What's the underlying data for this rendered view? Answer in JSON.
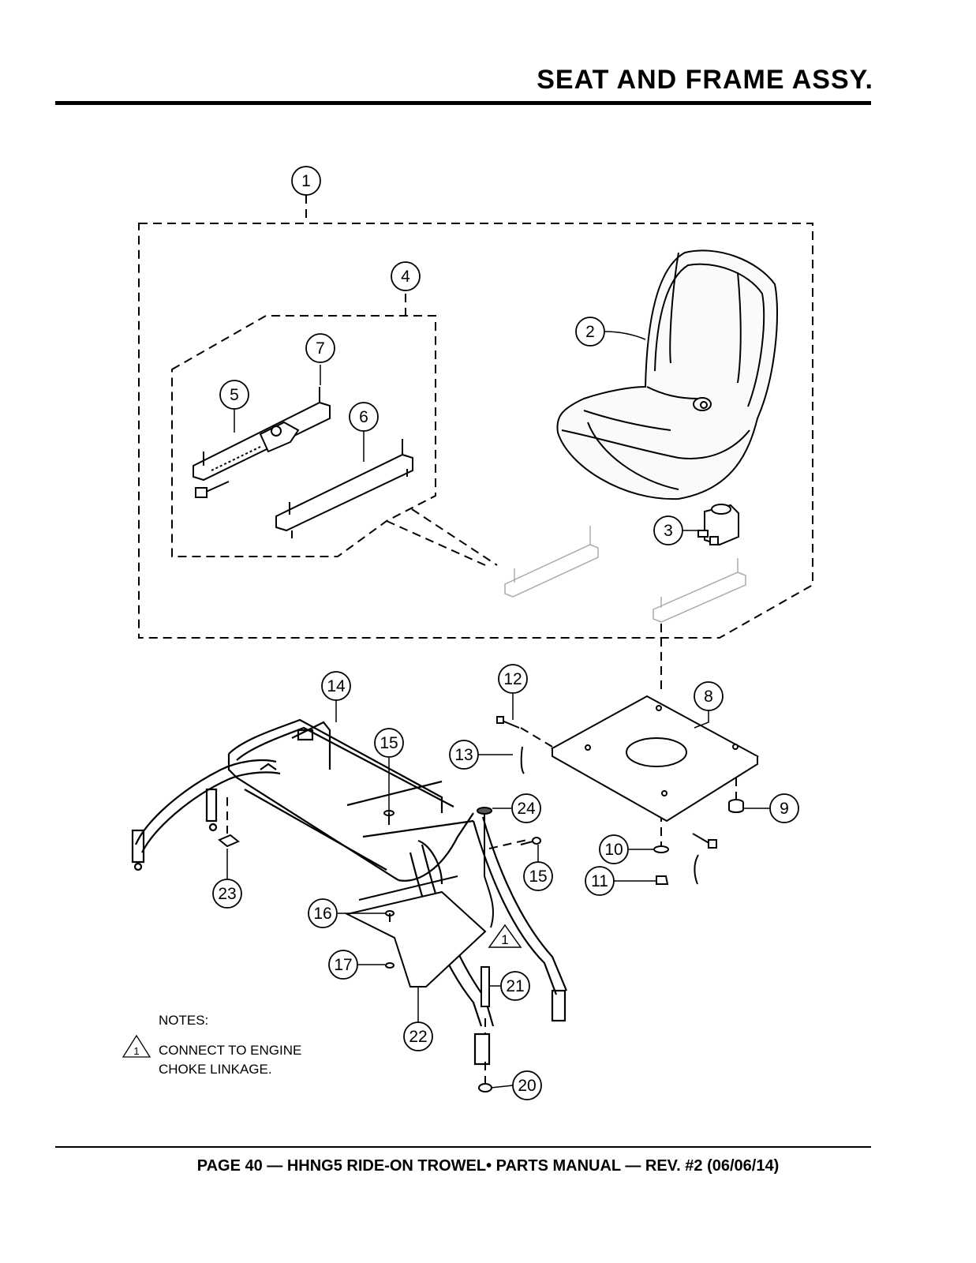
{
  "header": {
    "title": "SEAT AND FRAME ASSY."
  },
  "footer": {
    "text": "PAGE 40 — HHNG5 RIDE-ON TROWEL• PARTS MANUAL — REV. #2 (06/06/14)"
  },
  "callouts": {
    "c1": "1",
    "c2": "2",
    "c3": "3",
    "c4": "4",
    "c5": "5",
    "c6": "6",
    "c7": "7",
    "c8": "8",
    "c9": "9",
    "c10": "10",
    "c11": "11",
    "c12": "12",
    "c13": "13",
    "c14": "14",
    "c15a": "15",
    "c15b": "15",
    "c16": "16",
    "c17": "17",
    "c20": "20",
    "c21": "21",
    "c22": "22",
    "c23": "23",
    "c24": "24"
  },
  "notes": {
    "heading": "NOTES:",
    "marker": "1",
    "line1": "CONNECT TO ENGINE",
    "line2": "CHOKE LINKAGE.",
    "diagram_marker": "1"
  }
}
